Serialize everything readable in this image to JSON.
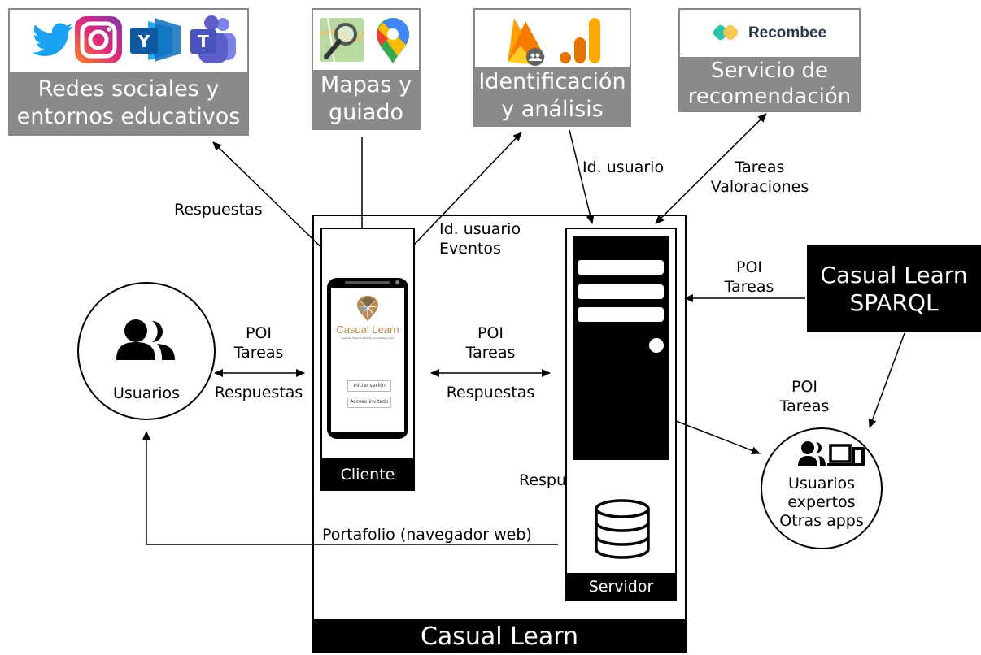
{
  "services": {
    "social": {
      "label_line1": "Redes sociales y",
      "label_line2": "entornos educativos"
    },
    "maps": {
      "label_line1": "Mapas y",
      "label_line2": "guiado"
    },
    "analytics": {
      "label_line1": "Identificación",
      "label_line2": "y análisis"
    },
    "recommend": {
      "logo_text": "Recombee",
      "label_line1": "Servicio de",
      "label_line2": "recomendación"
    }
  },
  "edges": {
    "respuestas_social": "Respuestas",
    "id_usuario_eventos_1": "Id. usuario",
    "id_usuario_eventos_2": "Eventos",
    "id_usuario_server": "Id. usuario",
    "tareas_valoraciones_1": "Tareas",
    "tareas_valoraciones_2": "Valoraciones",
    "sparql_server_1": "POI",
    "sparql_server_2": "Tareas",
    "users_client_1": "POI",
    "users_client_2": "Tareas",
    "users_client_3": "Respuestas",
    "client_server_1": "POI",
    "client_server_2": "Tareas",
    "client_server_3": "Respuestas",
    "experts_1": "POI",
    "experts_2": "Tareas",
    "db_respuestas": "Respuestas",
    "portfolio": "Portafolio (navegador web)"
  },
  "nodes": {
    "users": "Usuarios",
    "experts_line1": "Usuarios",
    "experts_line2": "expertos",
    "experts_line3": "Otras apps",
    "client": "Cliente",
    "server": "Servidor",
    "sparql_line1": "Casual Learn",
    "sparql_line2": "SPARQL",
    "system": "Casual Learn"
  },
  "phone": {
    "app_name": "Casual Learn",
    "tagline": "Aprende historia del arte en Castilla y León",
    "login_button": "Iniciar sesión",
    "guest_button": "Acceso invitado"
  },
  "colors": {
    "twitter": "#1DA1F2",
    "instagram_a": "#F58529",
    "instagram_b": "#DD2A7B",
    "yammer": "#106EBE",
    "teams": "#5B5FC7",
    "firebase_a": "#FFA000",
    "firebase_b": "#F57C00",
    "analytics_a": "#F9AB00",
    "analytics_b": "#E37400",
    "maps_green": "#34A853",
    "maps_red": "#EA4335",
    "maps_blue": "#4285F4",
    "maps_yellow": "#FBBC04",
    "recombee": "#2BC4A8",
    "service_label_bg": "#8A8A8A"
  }
}
